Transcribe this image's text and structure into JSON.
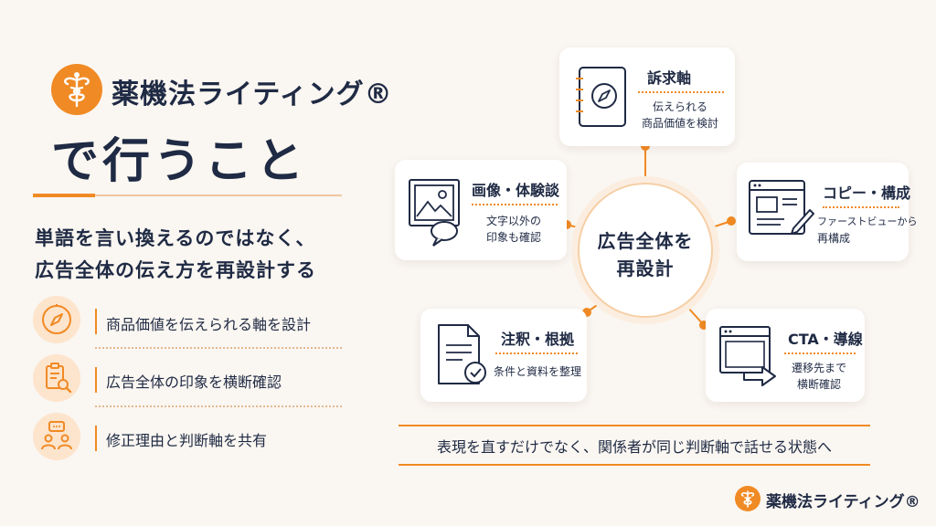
{
  "header": {
    "brand": "薬機法ライティング®",
    "title": "で行うこと"
  },
  "lead": {
    "line1": "単語を言い換えるのではなく、",
    "line2": "広告全体の伝え方を再設計する"
  },
  "points": [
    {
      "text": "商品価値を伝えられる軸を設計",
      "icon": "compass-icon"
    },
    {
      "text": "広告全体の印象を横断確認",
      "icon": "clipboard-search-icon"
    },
    {
      "text": "修正理由と判断軸を共有",
      "icon": "people-chat-icon"
    }
  ],
  "diagram": {
    "center": {
      "line1": "広告全体を",
      "line2": "再設計"
    },
    "nodes": {
      "appeal": {
        "title": "訴求軸",
        "desc1": "伝えられる",
        "desc2": "商品価値を検討",
        "icon": "compass-notebook-icon"
      },
      "image": {
        "title": "画像・体験談",
        "desc1": "文字以外の",
        "desc2": "印象も確認",
        "icon": "image-speech-icon"
      },
      "copy": {
        "title": "コピー・構成",
        "desc1": "ファーストビューから",
        "desc2": "再構成",
        "icon": "layout-pencil-icon"
      },
      "note": {
        "title": "注釈・根拠",
        "desc1": "条件と資料を整理",
        "icon": "document-check-icon"
      },
      "cta": {
        "title": "CTA・導線",
        "desc1": "遷移先まで",
        "desc2": "横断確認",
        "icon": "browser-arrow-icon"
      }
    }
  },
  "summary": "表現を直すだけでなく、関係者が同じ判断軸で話せる状態へ",
  "footer": {
    "brand": "薬機法ライティング®"
  },
  "colors": {
    "accent": "#f08a24",
    "navy": "#1f2a44",
    "background": "#faf6f1",
    "accent_soft": "#fde4cc"
  }
}
